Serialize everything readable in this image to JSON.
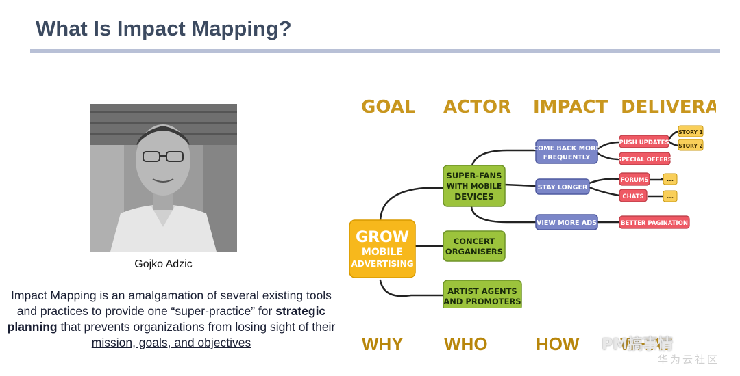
{
  "slide": {
    "title": "What Is Impact Mapping?",
    "person_name": "Gojko Adzic",
    "description": {
      "part1": "Impact Mapping is an amalgamation of several existing tools and practices to provide one “super-practice” for ",
      "bold": "strategic planning",
      "part2": " that ",
      "underline1": "prevents",
      "part3": " organizations from ",
      "underline2": "losing sight of their mission, goals, and objectives"
    }
  },
  "map": {
    "headers": [
      "GOAL",
      "ACTOR",
      "IMPACT",
      "DELIVERABLE"
    ],
    "goal": [
      "GROW",
      "MOBILE",
      "ADVERTISING"
    ],
    "actors": [
      [
        "SUPER-FANS",
        "WITH MOBILE",
        "DEVICES"
      ],
      [
        "CONCERT",
        "ORGANISERS"
      ],
      [
        "ARTIST AGENTS",
        "AND PROMOTERS"
      ]
    ],
    "impacts": [
      [
        "COME BACK MORE",
        "FREQUENTLY"
      ],
      [
        "STAY LONGER"
      ],
      [
        "VIEW MORE ADS"
      ]
    ],
    "deliverables": [
      "PUSH UPDATES",
      "SPECIAL OFFERS",
      "FORUMS",
      "CHATS",
      "BETTER PAGINATION"
    ],
    "stories": [
      "STORY 1",
      "STORY 2",
      "...",
      "..."
    ],
    "colors": {
      "header": "#c8961e",
      "goal": "#f7b81c",
      "actor": "#9cc33c",
      "impact": "#7b86c8",
      "deliverable": "#ee5964",
      "story": "#f9cf5a"
    }
  },
  "bottom_labels": [
    "WHY",
    "WHO",
    "HOW",
    "WHAT"
  ],
  "watermark": {
    "line1": "PM搞事情",
    "line2": "华为云社区"
  }
}
